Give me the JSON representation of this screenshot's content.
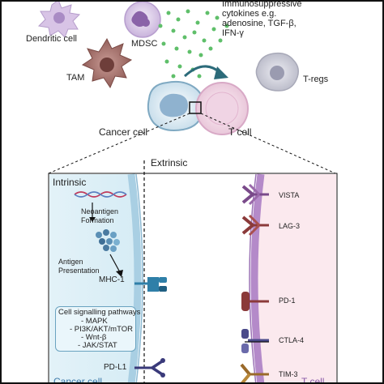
{
  "top": {
    "immuno_text_line1": "Immunosuppressive",
    "immuno_text_line2": "cytokines e.g.",
    "immuno_text_line3": "adenosine, TGF-β,",
    "immuno_text_line4": "IFN-γ",
    "dendritic_cell": "Dendritic cell",
    "mdsc": "MDSC",
    "tam": "TAM",
    "tregs": "T-regs",
    "cancer_cell": "Cancer cell",
    "t_cell": "T cell"
  },
  "detail": {
    "extrinsic": "Extrinsic",
    "intrinsic": "Intrinsic",
    "neoantigen_line1": "Neoantigen",
    "neoantigen_line2": "Formation",
    "antigen_line1": "Antigen",
    "antigen_line2": "Presentation",
    "mhc1": "MHC-1",
    "pdl1": "PD-L1",
    "cancer_cell_bottom": "Cancer cell",
    "t_cell_bottom": "T cell",
    "signalling": {
      "title": "Cell signalling pathways",
      "items": [
        "- MAPK",
        "- PI3K/AKT/mTOR",
        "- Wnt-β",
        "- JAK/STAT"
      ]
    },
    "receptors": [
      "VISTA",
      "LAG-3",
      "PD-1",
      "CTLA-4",
      "TIM-3"
    ]
  },
  "colors": {
    "cancer_membrane": "#a9cfe3",
    "tcell_membrane": "#b48ac9",
    "cancer_bg": "#e3f2f8",
    "tcell_bg": "#fbe9ee",
    "vista": "#7a4a8a",
    "lag3": "#8b3a3a",
    "pd1": "#8b3a3a",
    "ctla4": "#4a4a8a",
    "tim3": "#9a6a2a"
  }
}
